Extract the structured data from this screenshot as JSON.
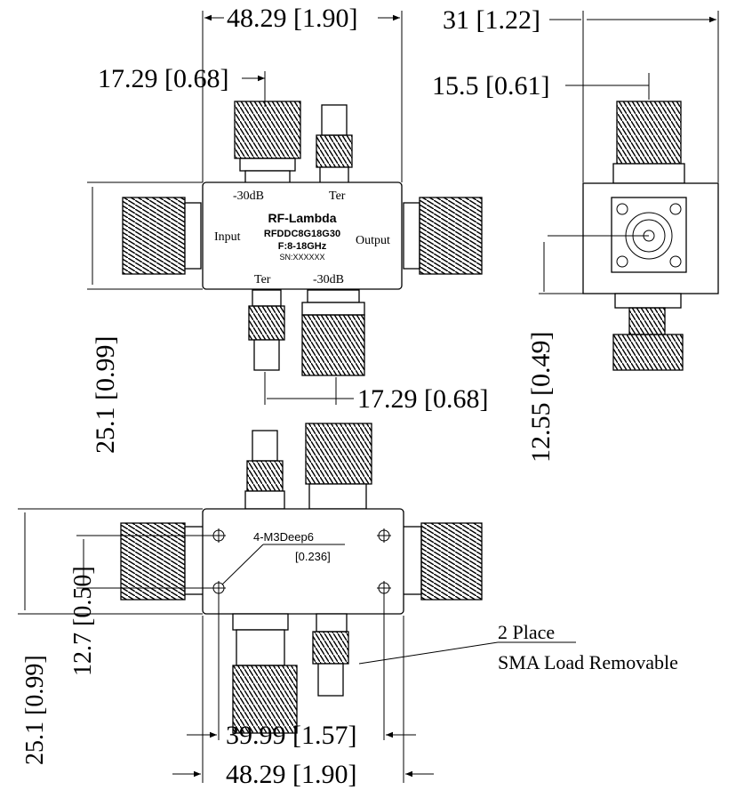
{
  "top_view": {
    "overall_width": "48.29 [1.90]",
    "port_offset_top": "17.29 [0.68]",
    "port_offset_bottom": "17.29 [0.68]",
    "height": "25.1 [0.99]",
    "label_coupled_top": "-30dB",
    "label_ter_top": "Ter",
    "label_input": "Input",
    "label_output": "Output",
    "label_ter_bottom": "Ter",
    "label_coupled_bottom": "-30dB",
    "brand": "RF-Lambda",
    "model": "RFDDC8G18G30",
    "freq": "F:8-18GHz",
    "serial": "SN:XXXXXX"
  },
  "side_view": {
    "width": "31 [1.22]",
    "connector_offset": "15.5 [0.61]",
    "center_height": "12.55 [0.49]"
  },
  "bottom_view": {
    "hole_note": "4-M3Deep6",
    "hole_depth": "[0.236]",
    "height": "25.1 [0.99]",
    "hole_spacing_vertical": "12.7 [0.50]",
    "hole_spacing_horizontal": "39.99 [1.57]",
    "overall_width": "48.29 [1.90]",
    "note_line1": "2 Place",
    "note_line2": "SMA Load Removable"
  }
}
